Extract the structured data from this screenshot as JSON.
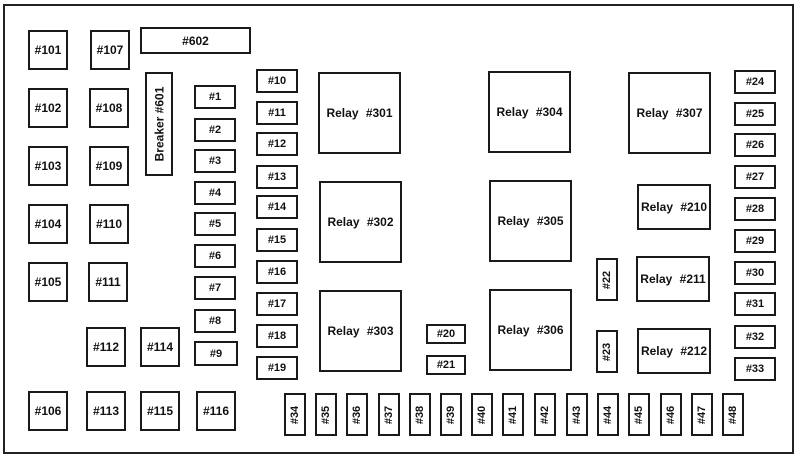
{
  "title": "Fuse box diagram",
  "colors": {
    "border": "#1a1a1a",
    "background": "#ffffff",
    "text": "#111111"
  },
  "components": [
    {
      "id": "101",
      "label": "#101",
      "type": "maxi-fuse"
    },
    {
      "id": "102",
      "label": "#102",
      "type": "maxi-fuse"
    },
    {
      "id": "103",
      "label": "#103",
      "type": "maxi-fuse"
    },
    {
      "id": "104",
      "label": "#104",
      "type": "maxi-fuse"
    },
    {
      "id": "105",
      "label": "#105",
      "type": "maxi-fuse"
    },
    {
      "id": "106",
      "label": "#106",
      "type": "maxi-fuse"
    },
    {
      "id": "107",
      "label": "#107",
      "type": "maxi-fuse"
    },
    {
      "id": "108",
      "label": "#108",
      "type": "maxi-fuse"
    },
    {
      "id": "109",
      "label": "#109",
      "type": "maxi-fuse"
    },
    {
      "id": "110",
      "label": "#110",
      "type": "maxi-fuse"
    },
    {
      "id": "111",
      "label": "#111",
      "type": "maxi-fuse"
    },
    {
      "id": "112",
      "label": "#112",
      "type": "maxi-fuse"
    },
    {
      "id": "113",
      "label": "#113",
      "type": "maxi-fuse"
    },
    {
      "id": "114",
      "label": "#114",
      "type": "maxi-fuse"
    },
    {
      "id": "115",
      "label": "#115",
      "type": "maxi-fuse"
    },
    {
      "id": "116",
      "label": "#116",
      "type": "maxi-fuse"
    },
    {
      "id": "602",
      "label": "#602",
      "type": "breaker"
    },
    {
      "id": "601",
      "label": "Breaker  #601",
      "type": "breaker"
    },
    {
      "id": "1",
      "label": "#1",
      "type": "fuse"
    },
    {
      "id": "2",
      "label": "#2",
      "type": "fuse"
    },
    {
      "id": "3",
      "label": "#3",
      "type": "fuse"
    },
    {
      "id": "4",
      "label": "#4",
      "type": "fuse"
    },
    {
      "id": "5",
      "label": "#5",
      "type": "fuse"
    },
    {
      "id": "6",
      "label": "#6",
      "type": "fuse"
    },
    {
      "id": "7",
      "label": "#7",
      "type": "fuse"
    },
    {
      "id": "8",
      "label": "#8",
      "type": "fuse"
    },
    {
      "id": "9",
      "label": "#9",
      "type": "fuse"
    },
    {
      "id": "10",
      "label": "#10",
      "type": "fuse"
    },
    {
      "id": "11",
      "label": "#11",
      "type": "fuse"
    },
    {
      "id": "12",
      "label": "#12",
      "type": "fuse"
    },
    {
      "id": "13",
      "label": "#13",
      "type": "fuse"
    },
    {
      "id": "14",
      "label": "#14",
      "type": "fuse"
    },
    {
      "id": "15",
      "label": "#15",
      "type": "fuse"
    },
    {
      "id": "16",
      "label": "#16",
      "type": "fuse"
    },
    {
      "id": "17",
      "label": "#17",
      "type": "fuse"
    },
    {
      "id": "18",
      "label": "#18",
      "type": "fuse"
    },
    {
      "id": "19",
      "label": "#19",
      "type": "fuse"
    },
    {
      "id": "20",
      "label": "#20",
      "type": "fuse"
    },
    {
      "id": "21",
      "label": "#21",
      "type": "fuse"
    },
    {
      "id": "22",
      "label": "#22",
      "type": "fuse"
    },
    {
      "id": "23",
      "label": "#23",
      "type": "fuse"
    },
    {
      "id": "24",
      "label": "#24",
      "type": "fuse"
    },
    {
      "id": "25",
      "label": "#25",
      "type": "fuse"
    },
    {
      "id": "26",
      "label": "#26",
      "type": "fuse"
    },
    {
      "id": "27",
      "label": "#27",
      "type": "fuse"
    },
    {
      "id": "28",
      "label": "#28",
      "type": "fuse"
    },
    {
      "id": "29",
      "label": "#29",
      "type": "fuse"
    },
    {
      "id": "30",
      "label": "#30",
      "type": "fuse"
    },
    {
      "id": "31",
      "label": "#31",
      "type": "fuse"
    },
    {
      "id": "32",
      "label": "#32",
      "type": "fuse"
    },
    {
      "id": "33",
      "label": "#33",
      "type": "fuse"
    },
    {
      "id": "34",
      "label": "#34",
      "type": "fuse"
    },
    {
      "id": "35",
      "label": "#35",
      "type": "fuse"
    },
    {
      "id": "36",
      "label": "#36",
      "type": "fuse"
    },
    {
      "id": "37",
      "label": "#37",
      "type": "fuse"
    },
    {
      "id": "38",
      "label": "#38",
      "type": "fuse"
    },
    {
      "id": "39",
      "label": "#39",
      "type": "fuse"
    },
    {
      "id": "40",
      "label": "#40",
      "type": "fuse"
    },
    {
      "id": "41",
      "label": "#41",
      "type": "fuse"
    },
    {
      "id": "42",
      "label": "#42",
      "type": "fuse"
    },
    {
      "id": "43",
      "label": "#43",
      "type": "fuse"
    },
    {
      "id": "44",
      "label": "#44",
      "type": "fuse"
    },
    {
      "id": "45",
      "label": "#45",
      "type": "fuse"
    },
    {
      "id": "46",
      "label": "#46",
      "type": "fuse"
    },
    {
      "id": "47",
      "label": "#47",
      "type": "fuse"
    },
    {
      "id": "48",
      "label": "#48",
      "type": "fuse"
    },
    {
      "id": "301",
      "label": "Relay  #301",
      "type": "relay"
    },
    {
      "id": "302",
      "label": "Relay  #302",
      "type": "relay"
    },
    {
      "id": "303",
      "label": "Relay  #303",
      "type": "relay"
    },
    {
      "id": "304",
      "label": "Relay  #304",
      "type": "relay"
    },
    {
      "id": "305",
      "label": "Relay  #305",
      "type": "relay"
    },
    {
      "id": "306",
      "label": "Relay  #306",
      "type": "relay"
    },
    {
      "id": "307",
      "label": "Relay #307",
      "type": "relay"
    },
    {
      "id": "210",
      "label": "Relay #210",
      "type": "relay"
    },
    {
      "id": "211",
      "label": "Relay #211",
      "type": "relay"
    },
    {
      "id": "212",
      "label": "Relay #212",
      "type": "relay"
    }
  ]
}
